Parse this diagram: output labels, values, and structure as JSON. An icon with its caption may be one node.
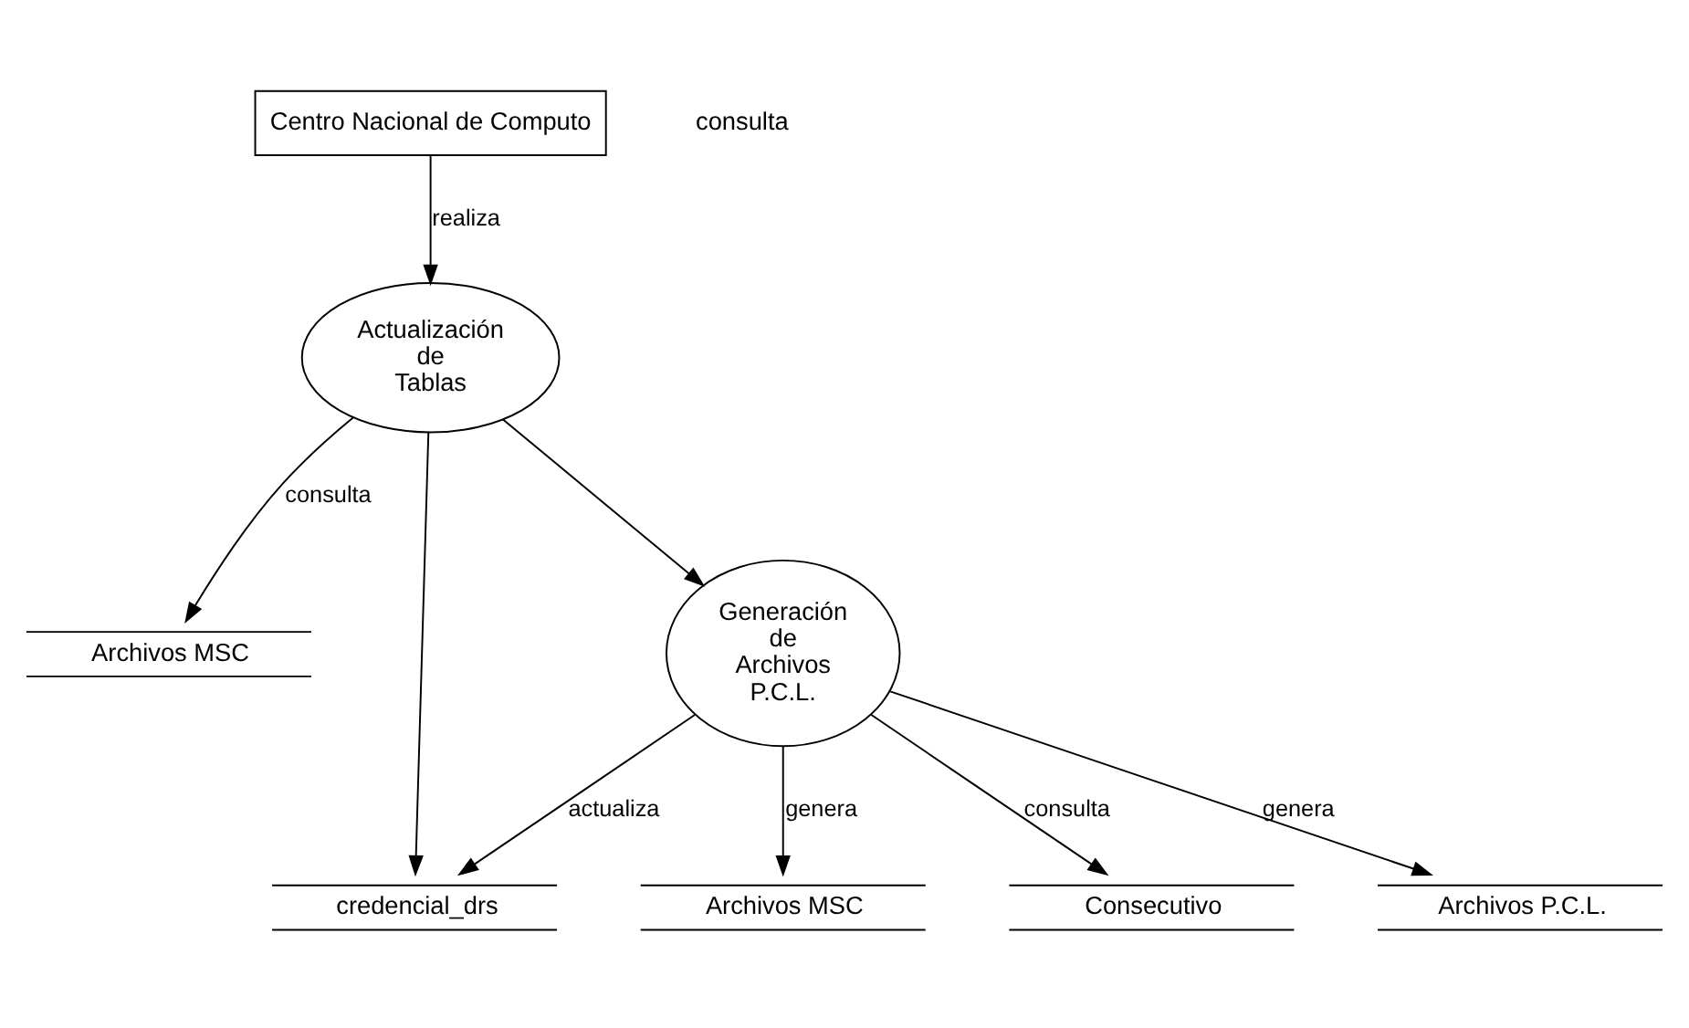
{
  "diagram": {
    "nodes": [
      {
        "text": [
          "Archivos MSC"
        ]
      },
      {
        "text": [
          "Actualización de Tablas"
        ]
      },
      {
        "text": [
          "credencial_drs"
        ]
      },
      {
        "text": [
          "Centro Nacional de Computo"
        ]
      },
      {
        "text": [
          "Generación de Archivos P.C.L."
        ]
      },
      {
        "text": [
          "Archivos MSC"
        ]
      },
      {
        "text": [
          "Consecutivo"
        ]
      },
      {
        "text": [
          "Archivos P.C.L."
        ]
      }
    ],
    "edges": [
      {
        "from": 1,
        "to": 0,
        "arrow": "to",
        "label": "consulta"
      },
      {
        "from": 1,
        "to": 2,
        "arrow": "to"
      },
      {
        "from": 3,
        "to": 1,
        "arrow": "to",
        "label": "realiza"
      },
      {
        "from": 1,
        "to": 4,
        "arrow": "to"
      },
      {
        "from": 4,
        "to": 2,
        "arrow": "to",
        "label": "actualiza"
      },
      {
        "from": 4,
        "to": 5,
        "arrow": "to",
        "label": "genera"
      },
      {
        "from": 4,
        "to": 6,
        "arrow": "to",
        "label": "consulta"
      },
      {
        "from": 4,
        "to": 7,
        "arrow": "to",
        "label": "genera"
      }
    ],
    "labels": [
      "consulta"
    ]
  }
}
